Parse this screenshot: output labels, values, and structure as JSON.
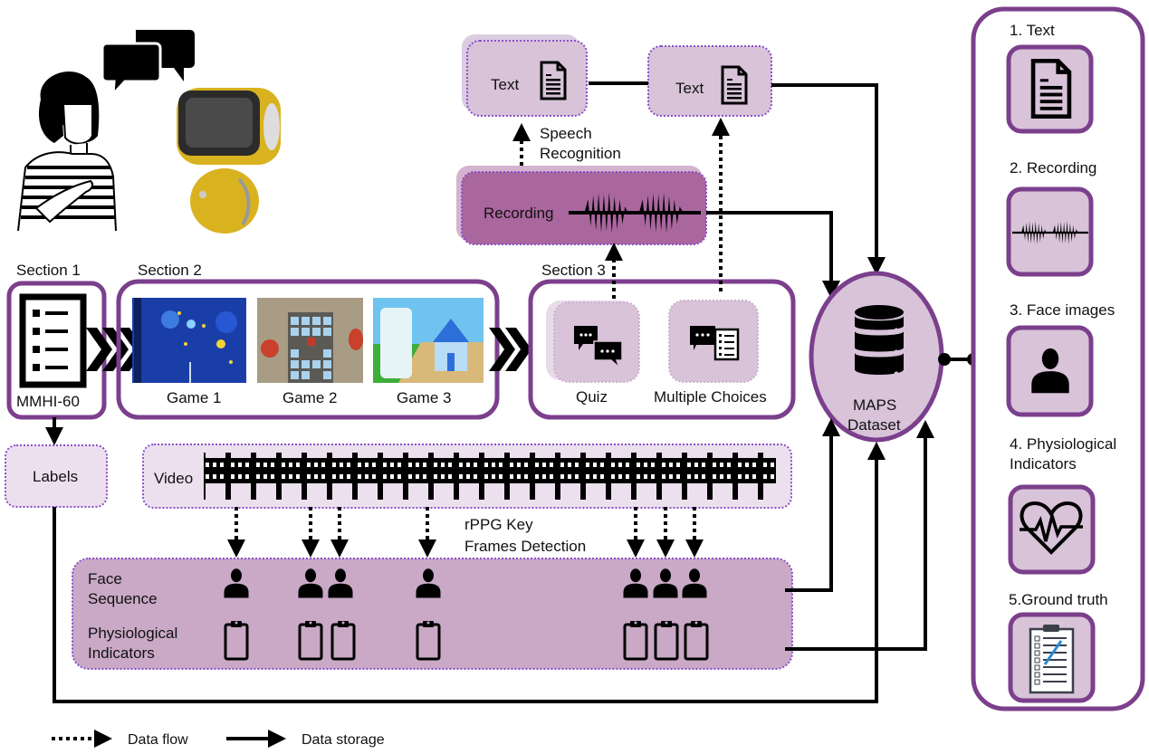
{
  "colors": {
    "purple_border": "#7b3f8c",
    "light_purple_fill": "#d8c3d9",
    "mid_purple_fill": "#c9a9c6",
    "recording_fill": "#a9679e",
    "pale_fill": "#ede0ee",
    "dotted_border": "#8a4fc9",
    "line": "#000000"
  },
  "sections": {
    "section1": {
      "title": "Section 1",
      "item": "MMHI-60"
    },
    "section2": {
      "title": "Section 2",
      "games": [
        "Game 1",
        "Game 2",
        "Game 3"
      ]
    },
    "section3": {
      "title": "Section 3",
      "items": [
        "Quiz",
        "Multiple Choices"
      ]
    }
  },
  "text_nodes": {
    "text1": "Text",
    "text2": "Text"
  },
  "speech_recognition": [
    "Speech",
    "Recognition"
  ],
  "recording": "Recording",
  "labels": "Labels",
  "video": "Video",
  "rppg": [
    "rPPG Key",
    "Frames Detection"
  ],
  "sequence": {
    "face": [
      "Face",
      "Sequence"
    ],
    "physio": [
      "Physiological",
      "Indicators"
    ]
  },
  "dataset": [
    "MAPS",
    "Dataset"
  ],
  "outputs": [
    {
      "label": "1. Text",
      "icon": "document-icon"
    },
    {
      "label": "2. Recording",
      "icon": "waveform-icon"
    },
    {
      "label": "3. Face images",
      "icon": "person-icon"
    },
    {
      "label": [
        "4. Physiological",
        "Indicators"
      ],
      "icon": "heart-pulse-icon"
    },
    {
      "label": "5.Ground truth",
      "icon": "checklist-icon"
    }
  ],
  "legend": {
    "data_flow": "Data flow",
    "data_storage": "Data storage"
  }
}
